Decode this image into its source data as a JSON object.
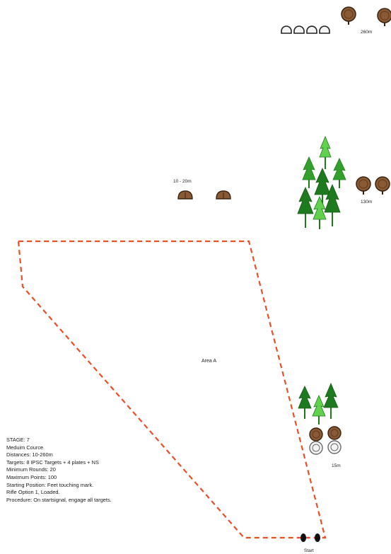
{
  "labels": {
    "far_distance": "260m",
    "near_plates_distance": "10 - 20m",
    "mid_distance": "130m",
    "area": "Area A",
    "close_distance": "15m",
    "start": "Start"
  },
  "briefing": [
    "STAGE: 7",
    "Meduim Cource",
    "Distances: 10-260m",
    "Targets: 8 IPSC Targets + 4 plates + NS",
    "Minimum Rounds: 20",
    "Maximum Points: 100",
    "Starting Position: Feet touching mark.",
    "Rifle Option 1, Loaded.",
    "Procedure: On startsignal, engage all targets."
  ],
  "colors": {
    "boundary": "#e8502a",
    "target": "#8a5a35",
    "target_outline": "#3a2410",
    "tree_dark": "#1e7a1e",
    "tree_mid": "#34a02c",
    "tree_light": "#62d24e",
    "no_shoot": "#f4f4f4",
    "start_marker": "#111111"
  },
  "icons": [
    "ipsc-target-icon",
    "steel-plate-icon",
    "no-shoot-target-icon",
    "tree-icon",
    "start-marker-icon"
  ]
}
